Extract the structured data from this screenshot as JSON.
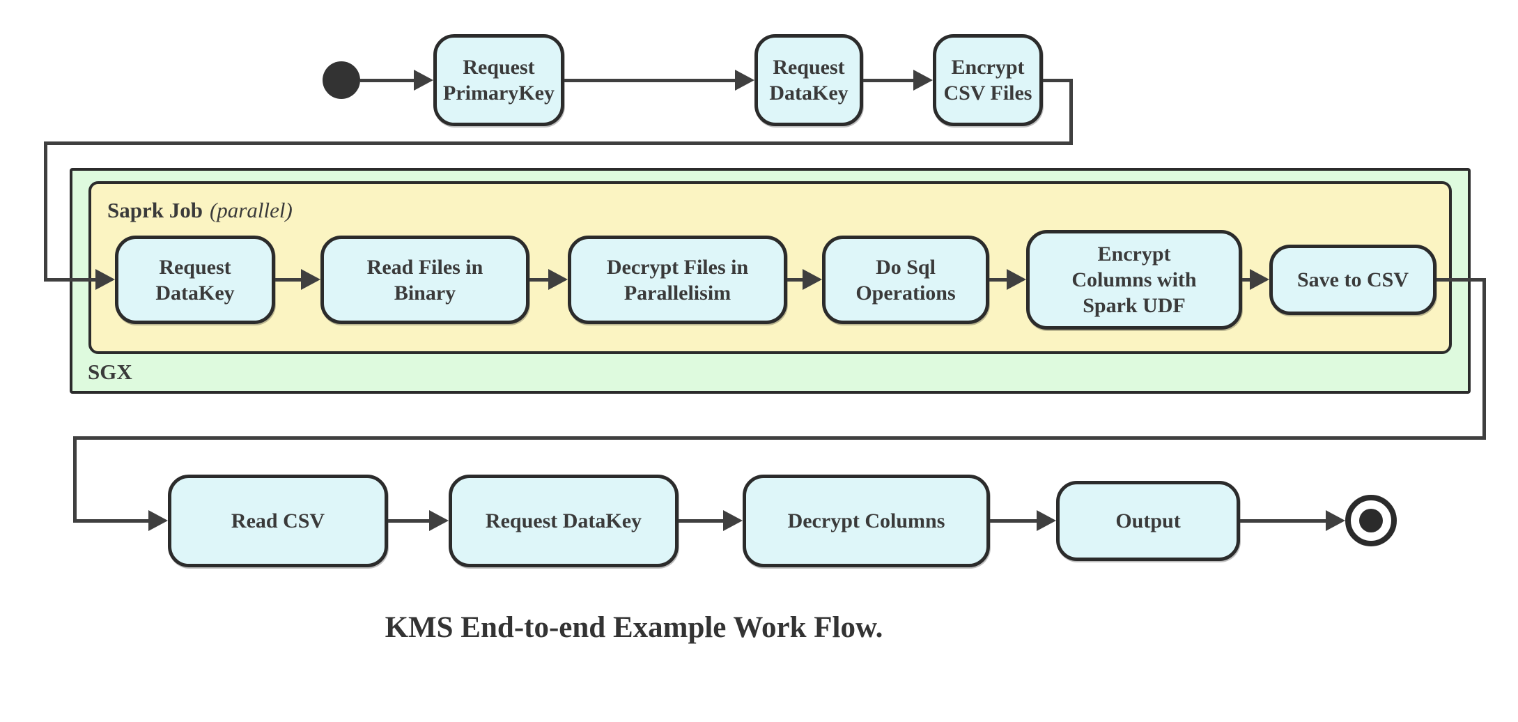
{
  "caption": "KMS End-to-end Example Work Flow.",
  "containers": {
    "sgx_label": "SGX",
    "spark_label": "Saprk Job",
    "spark_label_suffix": "(parallel)"
  },
  "top_row": [
    "Request\nPrimaryKey",
    "Request\nDataKey",
    "Encrypt\nCSV Files"
  ],
  "spark_row": [
    "Request\nDataKey",
    "Read Files in\nBinary",
    "Decrypt Files in\nParallelisim",
    "Do Sql\nOperations",
    "Encrypt\nColumns with\nSpark UDF",
    "Save to CSV"
  ],
  "bottom_row": [
    "Read CSV",
    "Request DataKey",
    "Decrypt Columns",
    "Output"
  ],
  "colors": {
    "node_fill": "#def6f9",
    "node_border": "#2b2b2b",
    "spark_fill": "#fbf4c2",
    "sgx_fill": "#defade",
    "line": "#3f3f3f",
    "text": "#3a3a3a",
    "bg": "#ffffff"
  }
}
